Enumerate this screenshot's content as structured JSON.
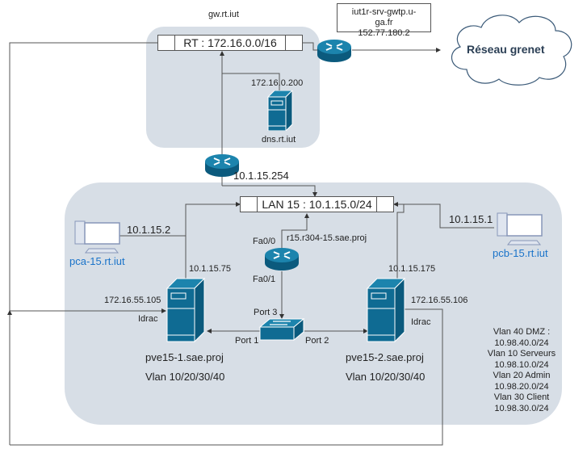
{
  "diagram": {
    "gateway_zone": {
      "title": "gw.rt.iut",
      "bus_label": "RT : 172.16.0.0/16",
      "dns_ip": "172.16.0.200",
      "dns_name": "dns.rt.iut"
    },
    "external_gateway": {
      "hostname": "iut1r-srv-gwtp.u-ga.fr",
      "ip": "152.77.180.2"
    },
    "cloud": {
      "label": "Réseau grenet"
    },
    "edge_router": {
      "ip": "10.1.15.254"
    },
    "lan_zone": {
      "bus_label": "LAN 15 : 10.1.15.0/24",
      "router": {
        "name": "r15.r304-15.sae.proj",
        "port_top": "Fa0/0",
        "port_bottom": "Fa0/1"
      },
      "switch": {
        "port_up": "Port 3",
        "port_left": "Port 1",
        "port_right": "Port 2"
      },
      "pc_a": {
        "name": "pca-15.rt.iut",
        "ip": "10.1.15.2"
      },
      "pc_b": {
        "name": "pcb-15.rt.iut",
        "ip": "10.1.15.1"
      },
      "server_1": {
        "name": "pve15-1.sae.proj",
        "lan_ip": "10.1.15.75",
        "idrac_ip": "172.16.55.105",
        "idrac_label": "Idrac",
        "vlans": "Vlan 10/20/30/40"
      },
      "server_2": {
        "name": "pve15-2.sae.proj",
        "lan_ip": "10.1.15.175",
        "idrac_ip": "172.16.55.106",
        "idrac_label": "Idrac",
        "vlans": "Vlan 10/20/30/40"
      },
      "vlan_list": [
        "Vlan 40 DMZ :",
        "10.98.40.0/24",
        "Vlan 10 Serveurs",
        "10.98.10.0/24",
        "Vlan 20 Admin",
        "10.98.20.0/24",
        "Vlan 30 Client",
        "10.98.30.0/24"
      ]
    },
    "colors": {
      "zone_fill": "#d7dee6",
      "device_blue": "#0f6b93",
      "pc_label_blue": "#1a73c9",
      "wire": "#555555"
    }
  }
}
